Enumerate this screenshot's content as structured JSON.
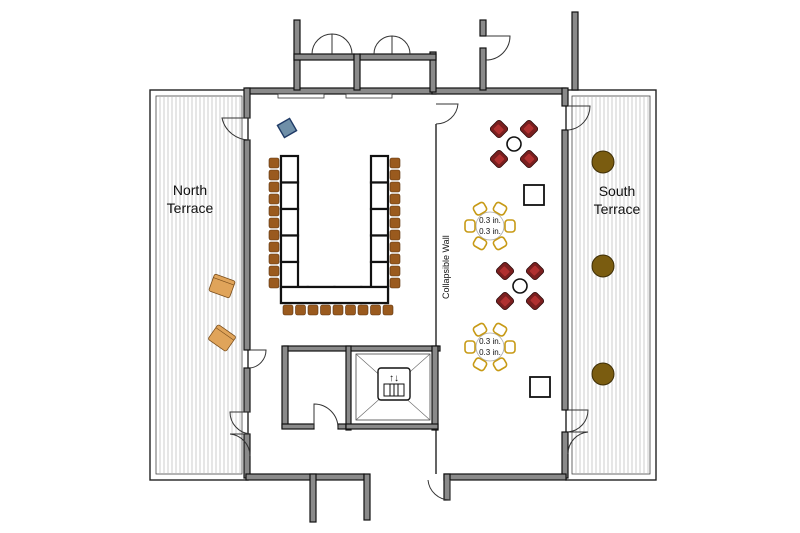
{
  "floor_plan": {
    "labels": {
      "north_terrace_line1": "North",
      "north_terrace_line2": "Terrace",
      "south_terrace_line1": "South",
      "south_terrace_line2": "Terrace",
      "collapsible_wall": "Collapsible Wall"
    },
    "cocktail_table_1": {
      "label_top": "0.3 in.",
      "label_bottom": "0.3 in."
    },
    "cocktail_table_2": {
      "label_top": "0.3 in.",
      "label_bottom": "0.3 in."
    },
    "icons": {
      "elevator": "elevator-icon",
      "podium": "podium-icon",
      "lounge_chair": "lounge-chair-icon",
      "planter": "planter-icon",
      "cocktail_table": "cocktail-table-icon",
      "door": "door-icon"
    },
    "colors": {
      "wall_fill": "#8a8a8a",
      "conference_chair": "#9a5a1e",
      "lounge_chair": "#7a1f1f",
      "gold_chair": "#c79a16",
      "terrace_chair": "#e0a45a",
      "planter": "#7a5c10",
      "podium": "#6f8fa8"
    }
  }
}
